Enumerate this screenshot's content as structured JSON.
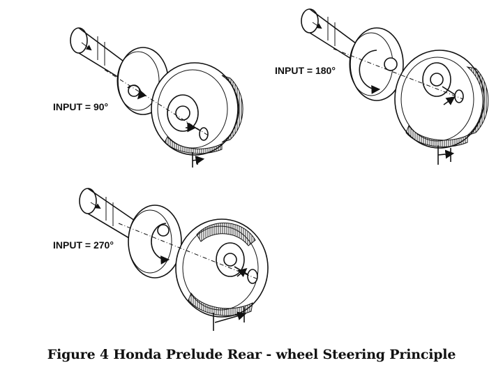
{
  "diagrams": [
    {
      "id": "input-90",
      "label": "INPUT = 90°"
    },
    {
      "id": "input-180",
      "label": "INPUT = 180°"
    },
    {
      "id": "input-270",
      "label": "INPUT = 270°"
    }
  ],
  "caption": "Figure 4 Honda Prelude Rear - wheel Steering Principle"
}
